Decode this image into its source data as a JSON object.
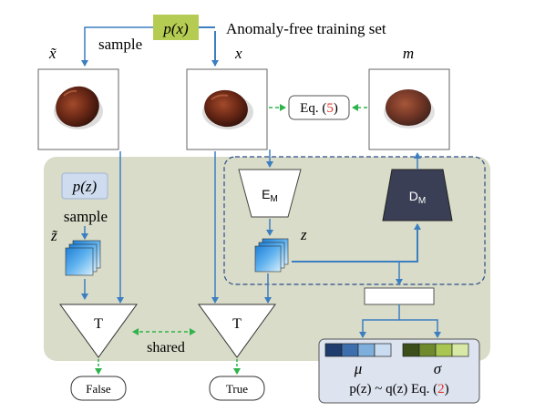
{
  "nodes": {
    "px_label": "p(x)",
    "training_set_label": "Anomaly-free training set",
    "sample_top_label": "sample",
    "x_tilde_label": "x̃",
    "x_label": "x",
    "m_label": "m",
    "eq5_prefix": "Eq. (",
    "eq5_number": "5",
    "eq5_suffix": ")",
    "pz_label": "p(z)",
    "sample_left_label": "sample",
    "z_tilde_label": "z̃",
    "encoder_label": "E",
    "encoder_sub": "M",
    "decoder_label": "D",
    "decoder_sub": "M",
    "z_label": "z",
    "t_left_label": "T",
    "t_right_label": "T",
    "shared_label": "shared",
    "false_label": "False",
    "true_label": "True",
    "mu_label": "μ",
    "sigma_label": "σ",
    "kl_text_prefix": "p(z) ~ q(z) Eq. (",
    "kl_eq_number": "2",
    "kl_text_suffix": ")"
  },
  "colors": {
    "panel_bg": "#d9dcc8",
    "px_box": "#b5cc52",
    "pz_box": "#cfdbee",
    "arrow_blue": "#3c7fc1",
    "arrow_green": "#2fb34b",
    "eq_red": "#e53228",
    "decoder_fill": "#3a3f55",
    "mu_colors": [
      "#1e3c6e",
      "#3d6fae",
      "#7eaedb",
      "#c9dcf0"
    ],
    "sigma_colors": [
      "#3c4f1a",
      "#6f8a2d",
      "#a9c653",
      "#d8e8a6"
    ]
  }
}
